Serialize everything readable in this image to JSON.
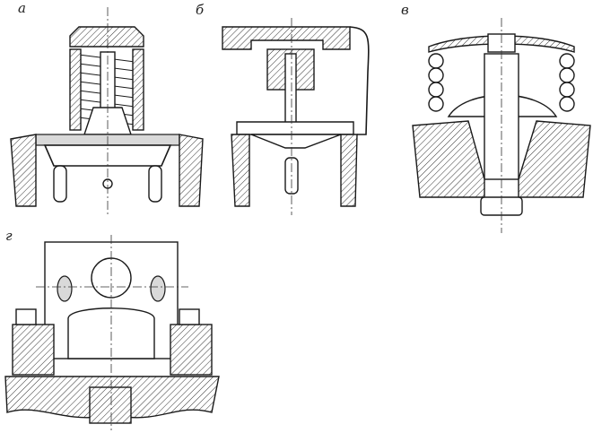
{
  "panels": {
    "a": {
      "label": "а"
    },
    "b": {
      "label": "б"
    },
    "v": {
      "label": "в"
    },
    "g": {
      "label": "г"
    }
  }
}
